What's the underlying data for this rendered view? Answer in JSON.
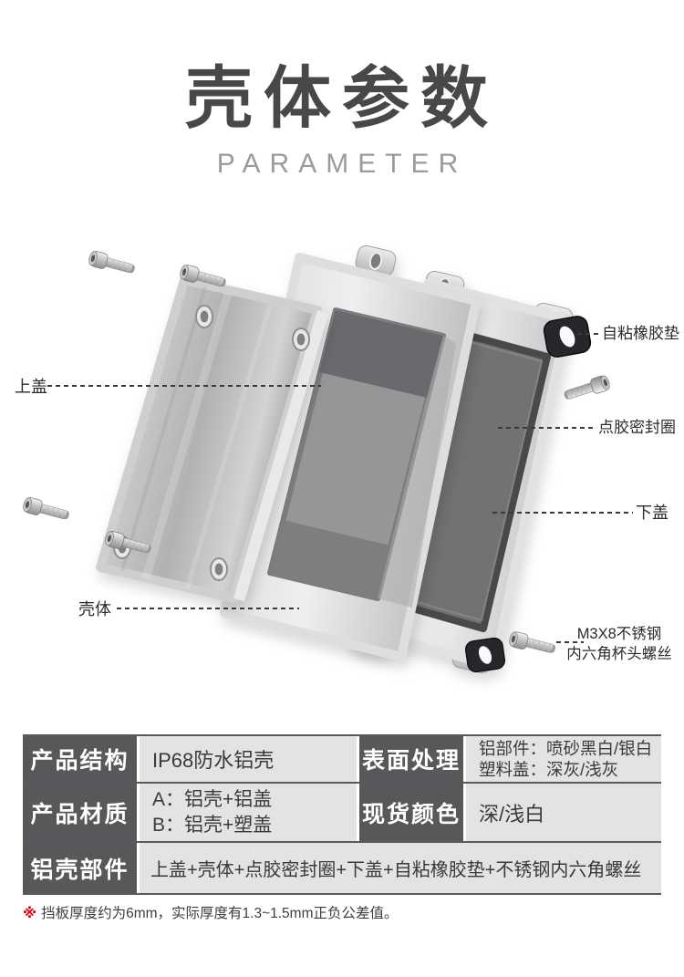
{
  "header": {
    "title": "壳体参数",
    "subtitle": "PARAMETER"
  },
  "diagram": {
    "labels": {
      "top_cover": "上盖",
      "shell_body": "壳体",
      "rubber_pad": "自粘橡胶垫",
      "seal_ring": "点胶密封圈",
      "bottom_cover": "下盖",
      "screw_line1": "M3X8不锈钢",
      "screw_line2": "内六角杯头螺丝"
    }
  },
  "spec_table": {
    "rows": [
      {
        "header": "产品结构",
        "values": [
          "IP68防水铝壳"
        ]
      },
      {
        "header": "表面处理",
        "values": [
          "铝部件：喷砂黑白/银白",
          "塑料盖：深灰/浅灰"
        ]
      },
      {
        "header": "产品材质",
        "values": [
          "A：铝壳+铝盖",
          "B：铝壳+塑盖"
        ]
      },
      {
        "header": "现货颜色",
        "values": [
          "深/浅白"
        ]
      },
      {
        "header": "铝壳部件",
        "values": [
          "上盖+壳体+点胶密封圈+下盖+自粘橡胶垫+不锈钢内六角螺丝"
        ]
      }
    ]
  },
  "footnote": {
    "marker": "※",
    "text": "挡板厚度约为6mm，实际厚度有1.3~1.5mm正负公差值。"
  },
  "colors": {
    "accent_red": "#e60012",
    "table_header_bg": "#58585a",
    "table_value_bg": "#e3e3e3",
    "title": "#48484b",
    "subtitle": "#9b9b9b",
    "gasket": "#727275",
    "seal_ring": "#48484a",
    "rubber_pad": "#26262b"
  }
}
